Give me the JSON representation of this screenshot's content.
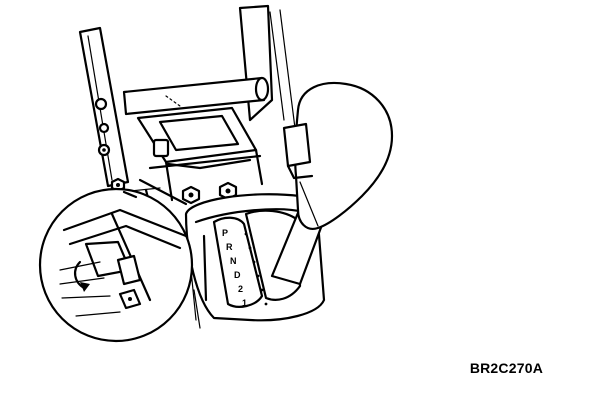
{
  "figure": {
    "code": "BR2C270A",
    "subject": "shift-lever-assembly",
    "inset_subject": "cable-lock-detail"
  },
  "shift_pattern": {
    "positions": [
      "P",
      "R",
      "N",
      "D",
      "2",
      "1"
    ]
  },
  "colors": {
    "line": "#000000",
    "background": "#ffffff"
  }
}
